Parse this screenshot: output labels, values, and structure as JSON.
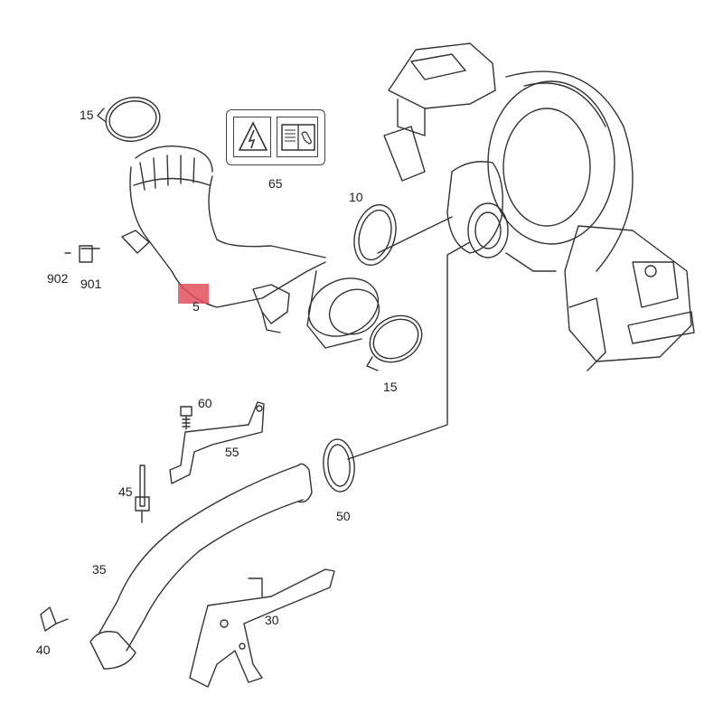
{
  "diagram": {
    "highlight_color": "#e0505a",
    "callouts": [
      {
        "id": "15-top",
        "text": "15"
      },
      {
        "id": "65",
        "text": "65"
      },
      {
        "id": "10",
        "text": "10"
      },
      {
        "id": "902",
        "text": "902"
      },
      {
        "id": "901",
        "text": "901"
      },
      {
        "id": "5",
        "text": "5"
      },
      {
        "id": "15-bottom",
        "text": "15"
      },
      {
        "id": "60",
        "text": "60"
      },
      {
        "id": "55",
        "text": "55"
      },
      {
        "id": "45",
        "text": "45"
      },
      {
        "id": "50",
        "text": "50"
      },
      {
        "id": "35",
        "text": "35"
      },
      {
        "id": "30",
        "text": "30"
      },
      {
        "id": "40",
        "text": "40"
      }
    ],
    "icons": [
      "warning-electrical-icon",
      "manual-book-icon"
    ]
  }
}
